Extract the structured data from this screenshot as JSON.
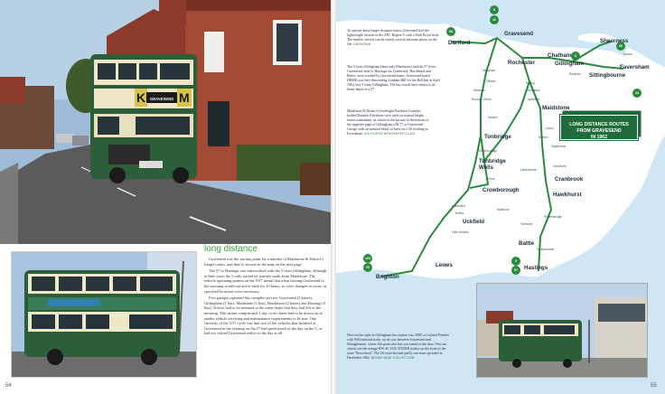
{
  "left_page": {
    "page_number": "54",
    "section_title": "long distance",
    "paragraphs": [
      "Gravesend was the starting point for a number of Maidstone & District's longer routes, and they're shown on the map on the next page.",
      "The 57 to Hastings was interworked with the 5 from Gillingham, although in later years the 5 only started its journey south from Maidstone. The vehicle operating pattern on the 5/57 meant that a bus leaving Gravesend in the morning would not arrive back for 10 hours, so crew changes en route, at specified locations were necessary.",
      "Five garages operated this complex service: Gravesend (3 buses), Gillingham (1 bus), Maidstone (1 bus), Hawkhurst (2 buses) and Hastings (1 bus). Tickets had to be returned to the same depot that they had left in the morning. This meant complicated 2 day cycle charts had to be drawn up to enable vehicle servicing and maintenance requirements to be met. One curiosity of the 5/57 cycle was that two of the vehicles that finished at Gravesend in the evening on the 57 had spent much of the day on the 5, as had not visited Gravesend earlier in the day at all."
    ],
    "bus_blinds": [
      "K",
      "GRAVESEND",
      "M"
    ]
  },
  "right_page": {
    "page_number": "55",
    "captions": [
      "To operate these longer distance routes Gravesend had the lightweight version of the AEC Regent V with a Park Royal body. The smaller wheels can be clearly seen in the main photo on the left.",
      "The 5 from Gillingham (later only Maidstone) and the 57 from Gravesend, both to Hastings via Cranbrook, Hawkhurst and Battle, were worked by Gravesend buses. Gravesend based DH490 was here descending Lenham Hill for the Bell Inn at April 1962 on a 5 from Gillingham. The bus would later return to its home depot as a 57.",
      "Maidstone & District's lowheight Northern Counties bodied Daimler Fleetlines were used on normal height routes sometimes, as shown in the picture at the bottom of the opposite page of Gillingham's DL77 at Gravesend Garage with an unusual blind on lease on a 26 working to Faversham.",
      "Here on the right in Gillingham bus station was 3000, a Leyland Panther with Willowbrook body, on its way between Gravesend and Sittingbourne, where this particular bus was based at the time.",
      "You can clearly see the orange HW 4S YOU ENTER sticker on the front of the route 'Newschool'. The 26 route became partly one-man operated in December 1962."
    ],
    "credits": [
      "UNKNOWN",
      "SOUTHERN NEWSPAPER CLUB",
      "BRYAN JANE COLLECTION"
    ],
    "route_box": [
      "LONG DISTANCE ROUTES",
      "FROM GRAVESEND",
      "IN 1962"
    ],
    "towns": {
      "gravesend": "Gravesend",
      "dartford": "Dartford",
      "rochester": "Rochester",
      "chatham": "Chatham",
      "gillingham": "Gillingham",
      "sheerness": "Sheerness",
      "faversham": "Faversham",
      "sittingbourne": "Sittingbourne",
      "maidstone": "Maidstone",
      "tonbridge": "Tonbridge",
      "tunbridge_wells": "Tunbridge Wells",
      "crowborough": "Crowborough",
      "uckfield": "Uckfield",
      "lewes": "Lewes",
      "brighton": "Brighton",
      "cranbrook": "Cranbrook",
      "hawkhurst": "Hawkhurst",
      "battle": "Battle",
      "hastings": "Hastings"
    },
    "small_places": [
      "Meopham",
      "Wrotham",
      "Borough Green",
      "Hadlow",
      "Southborough",
      "Frant",
      "Wadhurst",
      "Staplehurst",
      "Goudhurst",
      "Robertsbridge",
      "Sedlescombe",
      "Maresfield",
      "Nutley",
      "Little Horsted",
      "Offham",
      "Halling",
      "Snodland",
      "Aylesford",
      "Linton",
      "Marden",
      "Ticehurst",
      "Lamberhurst",
      "Uplees",
      "Rainham"
    ],
    "route_badges": [
      "6A",
      "5",
      "26",
      "122",
      "57",
      "24"
    ]
  },
  "colors": {
    "sea": "#cfe6f4",
    "land": "#ffffff",
    "route": "#2a8a3c",
    "bus_green": "#2c5e3a",
    "bus_cream": "#efe7c8",
    "heading_green": "#3c9a3c"
  }
}
